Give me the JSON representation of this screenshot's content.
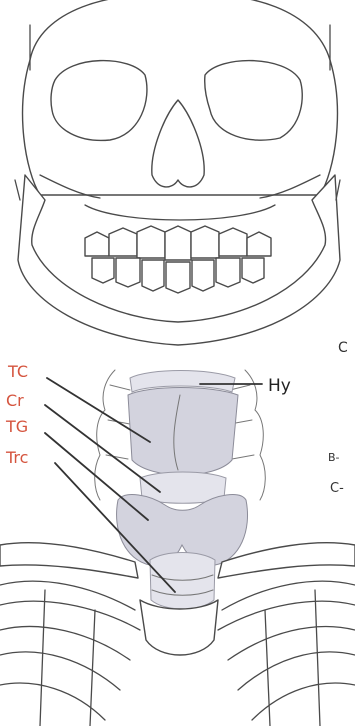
{
  "labels": {
    "tc": "TC",
    "cr": "Cr",
    "tg": "TG",
    "trc": "Trc",
    "hy": "Hy"
  },
  "edge_text": {
    "c_top": "C",
    "b": "B-",
    "c_bottom": "C-"
  },
  "colors": {
    "red_label": "#d5553f",
    "line": "#4a4a4a",
    "cartilage": "#e4e4ec"
  }
}
